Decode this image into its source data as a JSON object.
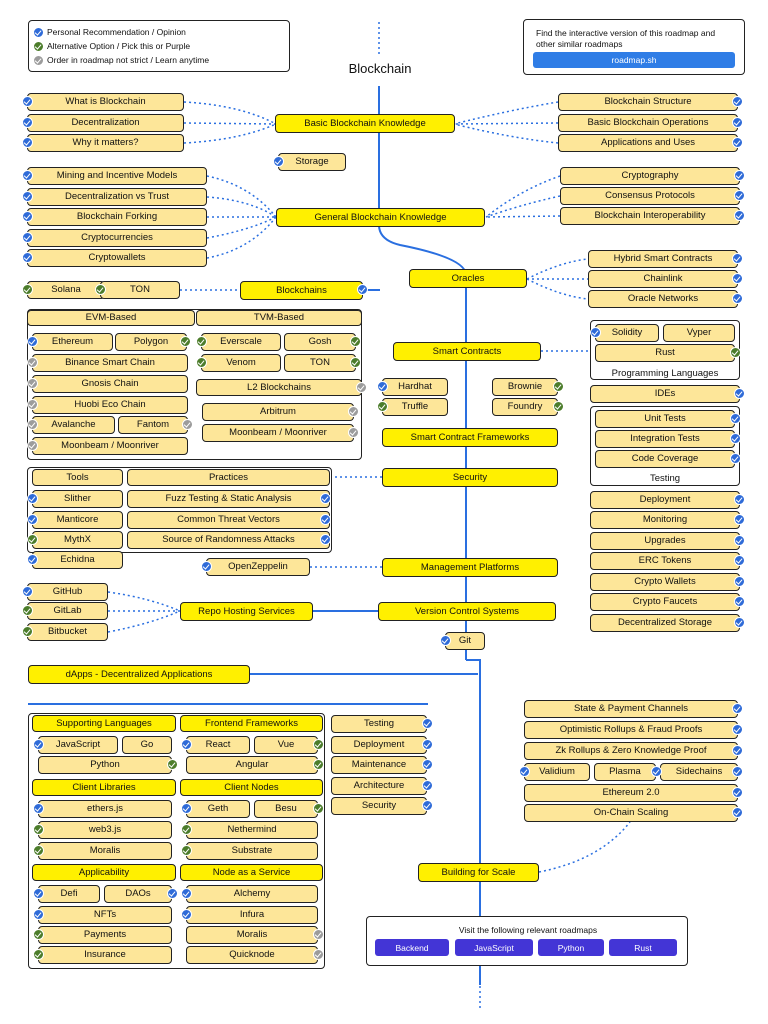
{
  "title": "Blockchain",
  "legend": {
    "personal": "Personal Recommendation / Opinion",
    "alternative": "Alternative Option / Pick this or Purple",
    "order": "Order in roadmap not strict / Learn anytime"
  },
  "info": {
    "text": "Find the interactive version of this roadmap and other similar roadmaps",
    "button": "roadmap.sh"
  },
  "main_topics": {
    "basic_knowledge": "Basic Blockchain Knowledge",
    "general_knowledge": "General Blockchain Knowledge",
    "blockchains": "Blockchains",
    "oracles": "Oracles",
    "smart_contracts": "Smart Contracts",
    "smart_contract_frameworks": "Smart Contract Frameworks",
    "security": "Security",
    "management_platforms": "Management Platforms",
    "version_control": "Version Control Systems",
    "repo_hosting": "Repo Hosting Services",
    "dapps": "dApps - Decentralized Applications",
    "building_for_scale": "Building for Scale"
  },
  "basic_left": [
    "What is Blockchain",
    "Decentralization",
    "Why it matters?"
  ],
  "basic_right": [
    "Blockchain Structure",
    "Basic Blockchain Operations",
    "Applications and Uses"
  ],
  "storage": "Storage",
  "general_left": [
    "Mining and Incentive Models",
    "Decentralization vs Trust",
    "Blockchain Forking",
    "Cryptocurrencies",
    "Cryptowallets"
  ],
  "general_right": [
    "Cryptography",
    "Consensus Protocols",
    "Blockchain Interoperability"
  ],
  "blockchain_alts": [
    "Solana",
    "TON"
  ],
  "evm": {
    "title": "EVM-Based",
    "items": [
      "Ethereum",
      "Polygon",
      "Binance Smart Chain",
      "Gnosis Chain",
      "Huobi Eco Chain",
      "Avalanche",
      "Fantom",
      "Moonbeam / Moonriver"
    ]
  },
  "tvm": {
    "title": "TVM-Based",
    "items": [
      "Everscale",
      "Gosh",
      "Venom",
      "TON"
    ]
  },
  "l2": {
    "title": "L2 Blockchains",
    "items": [
      "Arbitrum",
      "Moonbeam / Moonriver"
    ]
  },
  "oracle_items": [
    "Hybrid Smart Contracts",
    "Chainlink",
    "Oracle Networks"
  ],
  "programming_languages": {
    "caption": "Programming Languages",
    "items": [
      "Solidity",
      "Vyper",
      "Rust"
    ]
  },
  "ides": "IDEs",
  "testing_group": {
    "caption": "Testing",
    "items": [
      "Unit Tests",
      "Integration Tests",
      "Code Coverage"
    ]
  },
  "right_list": [
    "Deployment",
    "Monitoring",
    "Upgrades",
    "ERC Tokens",
    "Crypto Wallets",
    "Crypto Faucets",
    "Decentralized Storage"
  ],
  "frameworks": [
    "Hardhat",
    "Truffle",
    "Brownie",
    "Foundry"
  ],
  "tools": {
    "title": "Tools",
    "items": [
      "Slither",
      "Manticore",
      "MythX",
      "Echidna"
    ]
  },
  "practices": {
    "title": "Practices",
    "items": [
      "Fuzz Testing & Static Analysis",
      "Common Threat Vectors",
      "Source of Randomness Attacks"
    ]
  },
  "openzeppelin": "OpenZeppelin",
  "repo_items": [
    "GitHub",
    "GitLab",
    "Bitbucket"
  ],
  "git": "Git",
  "supporting_languages": {
    "title": "Supporting Languages",
    "items": [
      "JavaScript",
      "Go",
      "Python"
    ]
  },
  "frontend_frameworks": {
    "title": "Frontend Frameworks",
    "items": [
      "React",
      "Vue",
      "Angular"
    ]
  },
  "dapp_side": [
    "Testing",
    "Deployment",
    "Maintenance",
    "Architecture",
    "Security"
  ],
  "client_libraries": {
    "title": "Client Libraries",
    "items": [
      "ethers.js",
      "web3.js",
      "Moralis"
    ]
  },
  "client_nodes": {
    "title": "Client Nodes",
    "items": [
      "Geth",
      "Besu",
      "Nethermind",
      "Substrate"
    ]
  },
  "applicability": {
    "title": "Applicability",
    "items": [
      "Defi",
      "DAOs",
      "NFTs",
      "Payments",
      "Insurance"
    ]
  },
  "node_service": {
    "title": "Node as a Service",
    "items": [
      "Alchemy",
      "Infura",
      "Moralis",
      "Quicknode"
    ]
  },
  "scaling": [
    "State & Payment Channels",
    "Optimistic Rollups & Fraud Proofs",
    "Zk Rollups & Zero Knowledge Proof",
    "Validium",
    "Plasma",
    "Sidechains",
    "Ethereum 2.0",
    "On-Chain Scaling"
  ],
  "related": {
    "title": "Visit the following relevant roadmaps",
    "items": [
      "Backend",
      "JavaScript",
      "Python",
      "Rust"
    ]
  },
  "colors": {
    "main": "#fff000",
    "sub": "#fde699",
    "line": "#2a6fe0",
    "recommended": "#2f6bd8",
    "alternative": "#4c7d2b",
    "anytime": "#9c9c9c",
    "related_button": "#4335d6",
    "info_button": "#2f7de6"
  }
}
